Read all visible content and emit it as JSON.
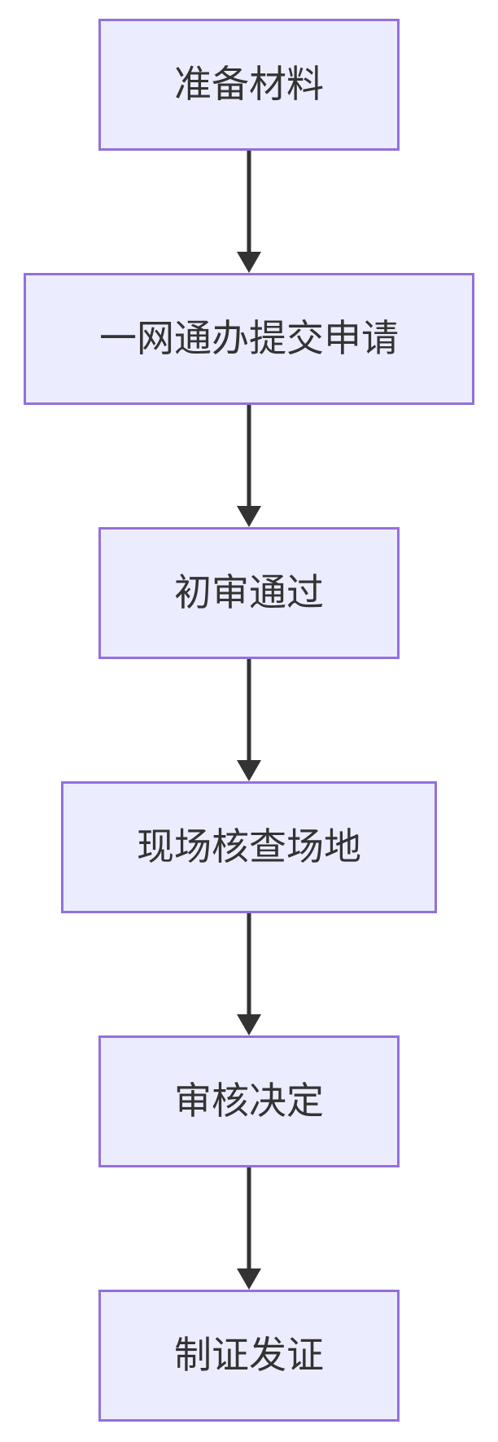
{
  "diagram": {
    "type": "flowchart-vertical",
    "nodes": [
      {
        "label": "准备材料"
      },
      {
        "label": "一网通办提交申请"
      },
      {
        "label": "初审通过"
      },
      {
        "label": "现场核查场地"
      },
      {
        "label": "审核决定"
      },
      {
        "label": "制证发证"
      }
    ],
    "edges": [
      {
        "from": "准备材料",
        "to": "一网通办提交申请",
        "arrow": "down"
      },
      {
        "from": "一网通办提交申请",
        "to": "初审通过",
        "arrow": "down"
      },
      {
        "from": "初审通过",
        "to": "现场核查场地",
        "arrow": "down"
      },
      {
        "from": "现场核查场地",
        "to": "审核决定",
        "arrow": "down"
      },
      {
        "from": "审核决定",
        "to": "制证发证",
        "arrow": "down"
      }
    ],
    "colors": {
      "background": "#ffffff",
      "node_fill": "#ECECFF",
      "node_border": "#9370DB",
      "arrow_color": "#333333",
      "text_color": "#333333"
    }
  }
}
